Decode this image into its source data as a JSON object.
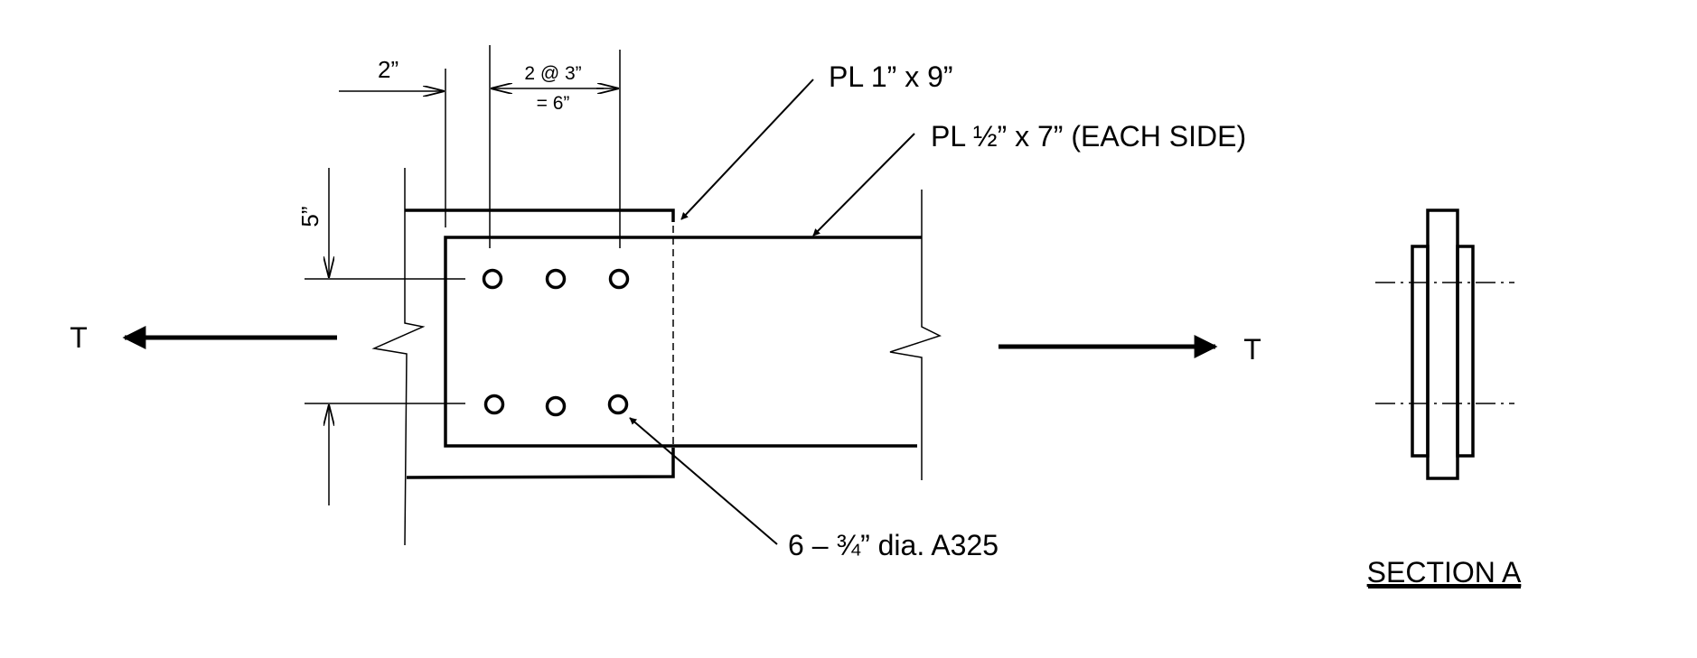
{
  "labels": {
    "dim_edge": "2”",
    "dim_spacing_top": "2 @ 3”",
    "dim_spacing_bottom": "= 6”",
    "dim_vertical": "5”",
    "plate_main": "PL 1” x 9”",
    "plate_splice": "PL ½” x 7” (EACH SIDE)",
    "bolts": "6 – ¾” dia. A325",
    "tension_left": "T",
    "tension_right": "T",
    "section_title": "SECTION A"
  },
  "colors": {
    "line": "#000000",
    "background": "#ffffff"
  }
}
